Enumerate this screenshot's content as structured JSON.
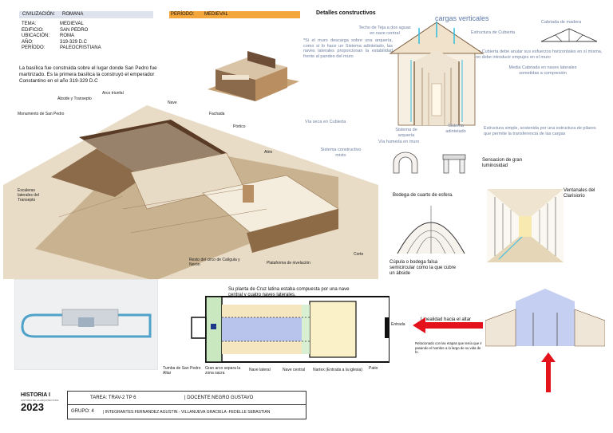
{
  "header": {
    "civ_label": "CIVILIZACIÓN:",
    "civ_value": "ROMANA",
    "per_label": "PERÍODO:",
    "per_value": "MEDIEVAL",
    "info": [
      {
        "k": "TEMA:",
        "v": "MEDIEVAL"
      },
      {
        "k": "EDIFICIO:",
        "v": "SAN PEDRO"
      },
      {
        "k": "UBICACIÓN:",
        "v": "ROMA"
      },
      {
        "k": "AÑO:",
        "v": "319-329 D.C"
      },
      {
        "k": "PERÍODO:",
        "v": "PALEOCRISTIANA"
      }
    ],
    "intro": "La basílica fue construida sobre el lugar donde San Pedro fue martirizado. Es la primera basílica la construyó el emperador Constantino en el año 319-329 D.C"
  },
  "aerial_labels": {
    "abside": "Ábside y Transepto",
    "arco": "Arco triunfal",
    "nave": "Nave",
    "monumento": "Monumento de San Pedro",
    "fachada": "Fachada",
    "portico": "Pórtico",
    "atrio": "Atrio",
    "escaleras": "Escaleras laterales del Transepto",
    "resto": "Resto del circo de Calígula y Nerón",
    "plataforma": "Plataforma de nivelación",
    "corte": "Corte"
  },
  "details": {
    "title": "Detalles constructivos",
    "cargas": "cargas verticales",
    "techo": "Techo de Teja a dos aguas en nave central",
    "estructura_cubierta": "Estructura de Cubierta",
    "cabriada": "Cabriada de madera",
    "muro_text": "*Si el muro descarga sobre una arquería, como si lo hace un Sistema adintelado, las naves laterales proporcionan la estabilidad frente al pandeo del muro",
    "cubierta_text": "La Cubierta debe anular sus esfuerzos horizontales en sí misma, no debe introducir empujes en el muro",
    "media_cabriada": "Media Cabriada en naves laterales sometidas a compresión",
    "via_seca": "Vía seca en Cubierta",
    "sistema_arqueria": "Sistema de arquería",
    "sistema_adintelado": "Sistema adintelado",
    "via_humeda": "Vía humeda en muro",
    "estructura_simple": "Estructura simple, sostenida por una estructura de pilares que permite la transferencia de las cargas",
    "sistema_mixto": "Sistema constructivo mixto"
  },
  "side": {
    "bodega": "Bodega de cuarto de esfera.",
    "cupula": "Cúpula o bodega falsa semicircular como la que cubre un ábside",
    "sensacion": "Sensacion de gran luminosidad",
    "ventanales": "Ventanales del Clarisiorio",
    "linealidad": "Linealidad hacia el altar",
    "relacionado": "Relacionado con las etapas que tenía que ir pasando el hombre a lo largo de su vida de fe."
  },
  "plan": {
    "caption": "Su planta de Cruz latina estaba compuesta por una nave central y cuatro naves laterales.",
    "entrada": "Entrada",
    "tumba": "Tumba de San Pedro Altar",
    "gran_arco": "Gran arco separa la zona sacra",
    "nave_lateral": "Nave lateral",
    "nave_central": "Nave central",
    "nartex": "Nartex (Entrada a la iglesia)",
    "patio": "Patio"
  },
  "footer": {
    "logo_top": "HISTORIA I",
    "logo_sub": "HISTORIA DE LA ARQUITECTURA",
    "logo_year": "2023",
    "tarea": "TAREA: TRAV-2 TP 6",
    "docente": "| DOCENTE:NEGRO GUSTAVO",
    "grupo": "GRUPO: 4",
    "integrantes": "| INTEGRANTES:FERNANDEZ AGUSTIN - VILLANUEVA GRACIELA -FEDELLE SEBASTIAN"
  },
  "colors": {
    "accent_orange": "#f3a73b",
    "accent_blue": "#dfe3ee",
    "cyan": "#33bde0",
    "red": "#e3121b"
  }
}
